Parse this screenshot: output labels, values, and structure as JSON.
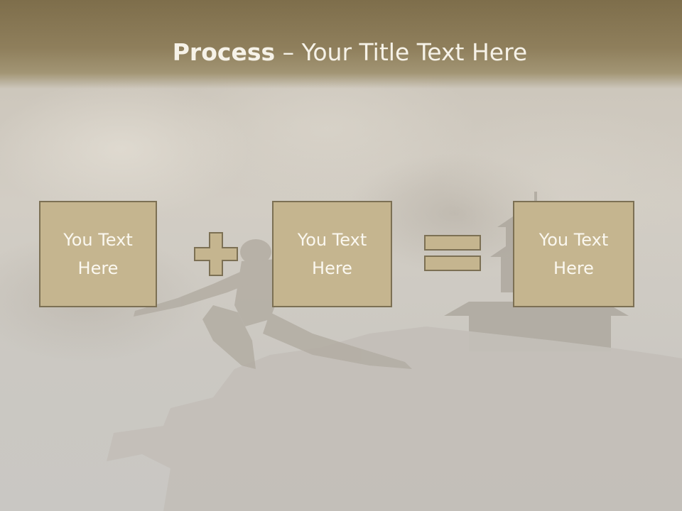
{
  "title": {
    "bold": "Process",
    "separator": " – ",
    "rest": "Your Title Text Here"
  },
  "boxes": [
    {
      "label": "You Text\nHere"
    },
    {
      "label": "You Text\nHere"
    },
    {
      "label": "You Text\nHere"
    }
  ],
  "operators": {
    "first": "plus-icon",
    "second": "equals-icon"
  },
  "colors": {
    "title_bar": "#7e6e4b",
    "box_fill": "#c5b58f",
    "box_border": "#7c7054",
    "text": "#fbf8f0"
  }
}
